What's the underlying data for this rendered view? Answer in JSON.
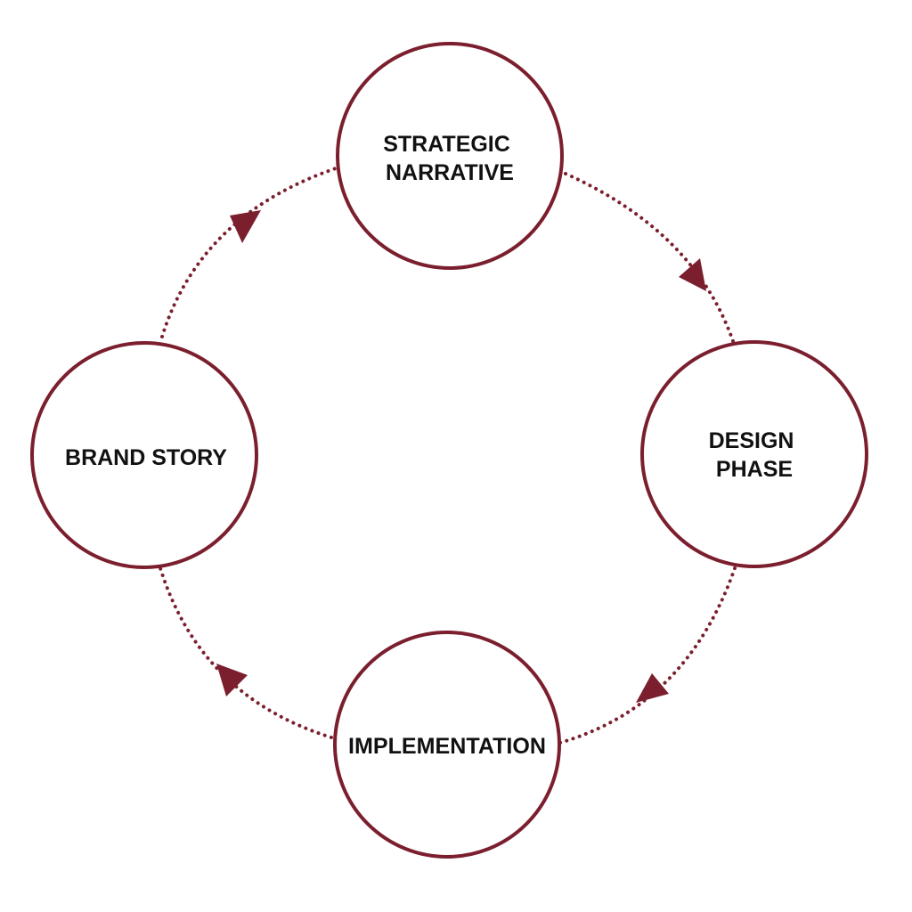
{
  "colors": {
    "accent": "#7b1f2e",
    "text": "#111111",
    "node_fill": "#ffffff"
  },
  "nodes": [
    {
      "id": "strategic",
      "lines": [
        "STRATEGIC",
        "NARRATIVE"
      ]
    },
    {
      "id": "design",
      "lines": [
        "DESIGN",
        "PHASE"
      ]
    },
    {
      "id": "implementation",
      "lines": [
        "IMPLEMENTATION"
      ]
    },
    {
      "id": "brand",
      "lines": [
        "BRAND STORY"
      ]
    }
  ],
  "edges": [
    {
      "from": "strategic",
      "to": "design"
    },
    {
      "from": "design",
      "to": "implementation"
    },
    {
      "from": "implementation",
      "to": "brand"
    },
    {
      "from": "brand",
      "to": "strategic"
    }
  ]
}
